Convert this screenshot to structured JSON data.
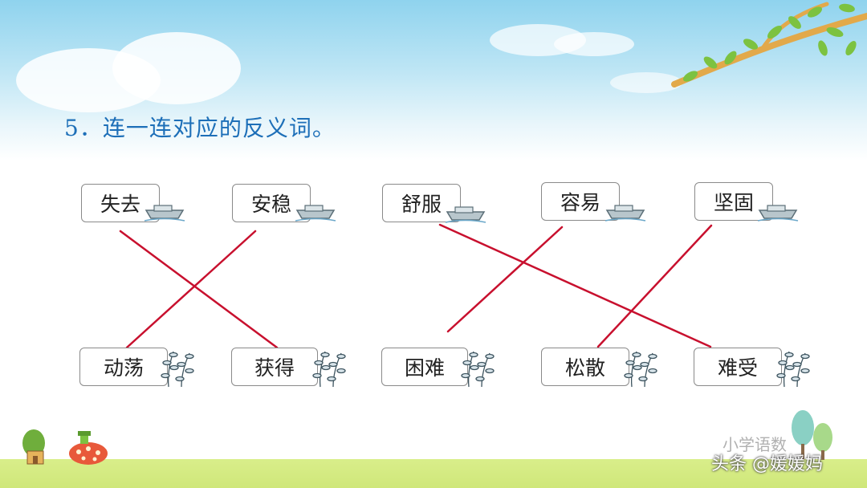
{
  "title": "5．连一连对应的反义词。",
  "top_words": [
    "失去",
    "安稳",
    "舒服",
    "容易",
    "坚固"
  ],
  "bottom_words": [
    "动荡",
    "获得",
    "困难",
    "松散",
    "难受"
  ],
  "line_color": "#c8102e",
  "watermark": {
    "faded": "小学语数",
    "credit": "头条 @媛媛妈"
  }
}
